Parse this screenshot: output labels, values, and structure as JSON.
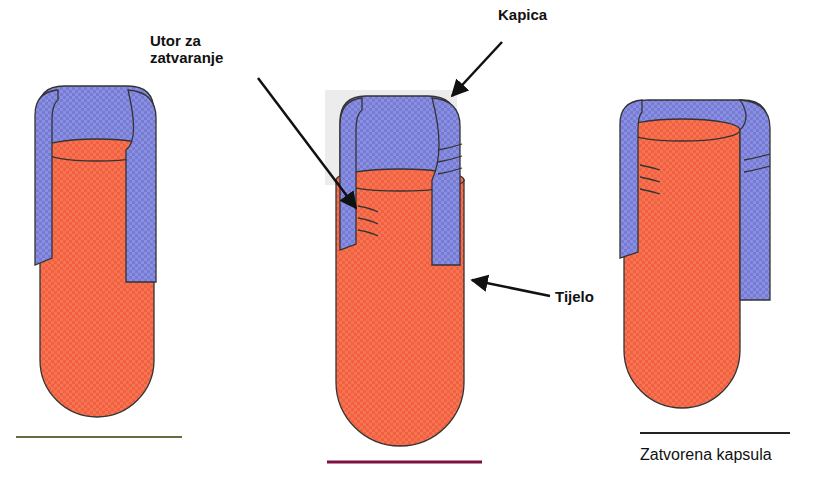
{
  "diagram": {
    "labels": [
      "Kapica",
      "Utor za zatvaranje",
      "Tijelo",
      "Zatvorena kapsula"
    ]
  }
}
